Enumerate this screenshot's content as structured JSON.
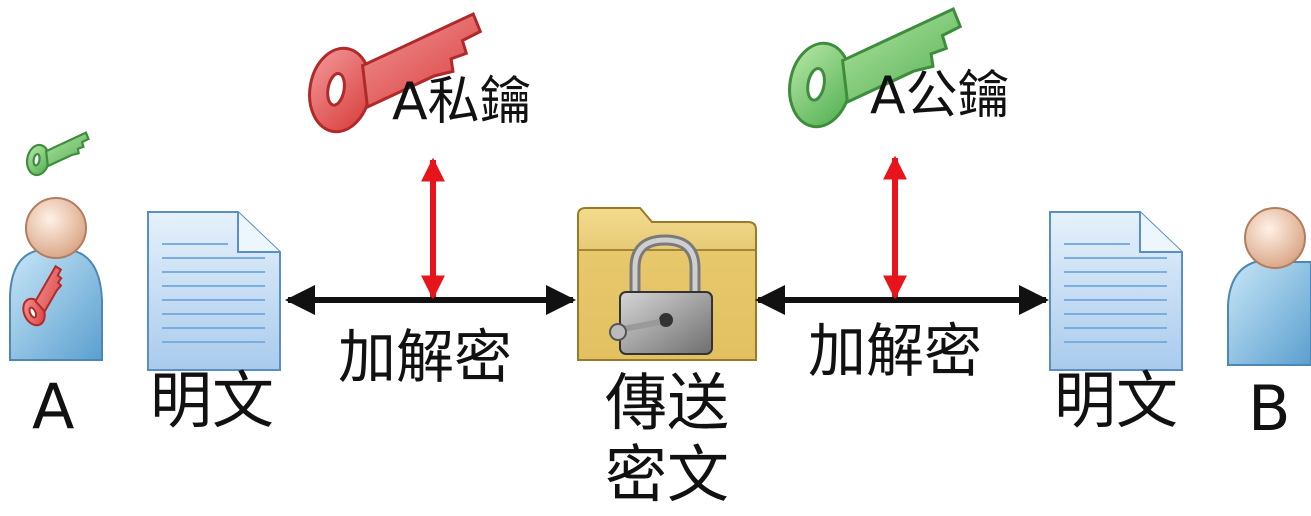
{
  "labels": {
    "party_a": "A",
    "party_b": "B",
    "plaintext_left": "明文",
    "plaintext_right": "明文",
    "crypt_left": "加解密",
    "crypt_right": "加解密",
    "transmit_line1": "傳送",
    "transmit_line2": "密文",
    "private_key": "A私鑰",
    "public_key": "A公鑰"
  },
  "icons": {
    "private_key": "red-key-icon",
    "public_key": "green-key-icon",
    "person": "user-icon",
    "document": "document-icon",
    "folder": "locked-folder-icon",
    "lock": "padlock-icon"
  },
  "colors": {
    "private_key": "#e05050",
    "public_key": "#6cc46c",
    "arrow_red": "#e8141c",
    "arrow_black": "#111111",
    "doc_fill": "#cfe3f6",
    "folder_fill": "#d9b55a"
  }
}
